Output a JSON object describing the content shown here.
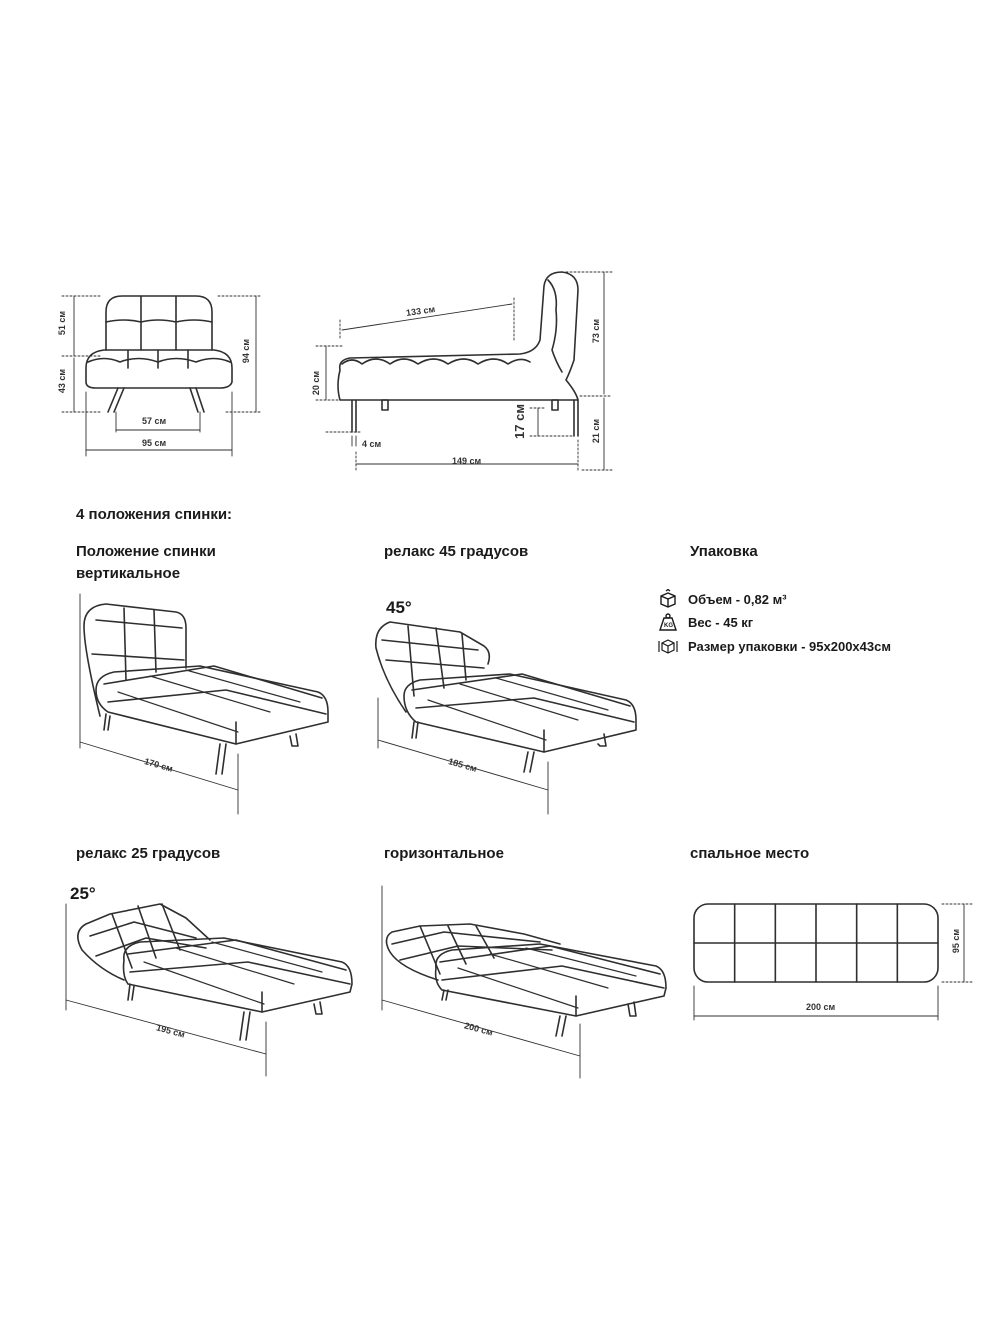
{
  "headings": {
    "positions_title": "4 положения спинки:",
    "pos1_line1": "Положение спинки",
    "pos1_line2": "вертикальное",
    "pos2": "релакс 45 градусов",
    "packaging": "Упаковка",
    "pos3": "релакс 25 градусов",
    "pos4": "горизонтальное",
    "sleep": "спальное место"
  },
  "packaging": {
    "volume": "Объем - 0,82 м³",
    "weight": "Вес - 45 кг",
    "size": "Размер упаковки - 95х200х43см",
    "icons": [
      "box-volume-icon",
      "weight-kg-icon",
      "box-size-icon"
    ]
  },
  "front_view": {
    "h_seat": "43 см",
    "h_back": "51 см",
    "h_total": "94 см",
    "w_inner": "57 см",
    "w_total": "95 см"
  },
  "side_view": {
    "depth_seat": "133 см",
    "h_seat_side": "20 см",
    "leg_offset": "4 см",
    "depth_total": "149 см",
    "leg_height": "17 см",
    "h_upper": "73 см",
    "h_lower": "21 см"
  },
  "positions": {
    "vertical": "170 см",
    "relax45": "185 см",
    "relax25": "195 см",
    "horizontal": "200 см",
    "angle45": "45°",
    "angle25": "25°"
  },
  "sleeping_place": {
    "length": "200 см",
    "width": "95 см",
    "grid_cols": 6,
    "grid_rows": 2
  },
  "colors": {
    "line": "#2f2f2f",
    "text": "#1a1a1a"
  }
}
